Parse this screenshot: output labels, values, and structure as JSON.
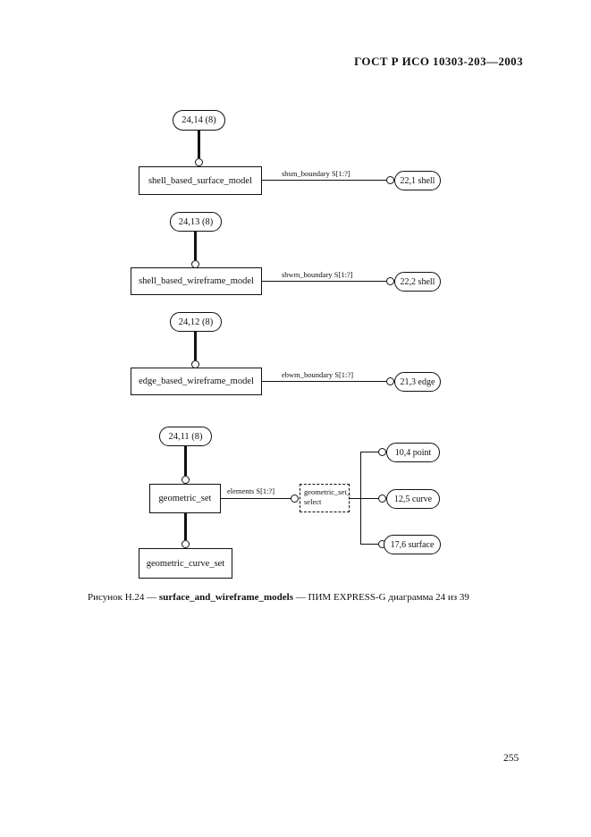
{
  "page": {
    "header": "ГОСТ Р ИСО 10303-203—2003",
    "page_number": "255",
    "caption_prefix": "Рисунок Н.24 — ",
    "caption_bold": "surface_and_wireframe_models",
    "caption_suffix": " — ПИМ EXPRESS-G диаграмма 24 из 39"
  },
  "diagram": {
    "rows": [
      {
        "page_ref": "24,14 (8)",
        "entity": "shell_based_surface_model",
        "relation_label": "sbsm_boundary S[1:?]",
        "target": "22,1 shell"
      },
      {
        "page_ref": "24,13 (8)",
        "entity": "shell_based_wireframe_model",
        "relation_label": "sbwm_boundary S[1:?]",
        "target": "22,2 shell"
      },
      {
        "page_ref": "24,12 (8)",
        "entity": "edge_based_wireframe_model",
        "relation_label": "ebwm_boundary S[1:?]",
        "target": "21,3 edge"
      },
      {
        "page_ref": "24,11 (8)",
        "entity": "geometric_set",
        "relation_label": "elements S[1:?]",
        "select_type_line1": "geometric_set_",
        "select_type_line2": "select",
        "select_targets": [
          "10,4 point",
          "12,5 curve",
          "17,6 surface"
        ],
        "subtype_entity": "geometric_curve_set"
      }
    ]
  }
}
